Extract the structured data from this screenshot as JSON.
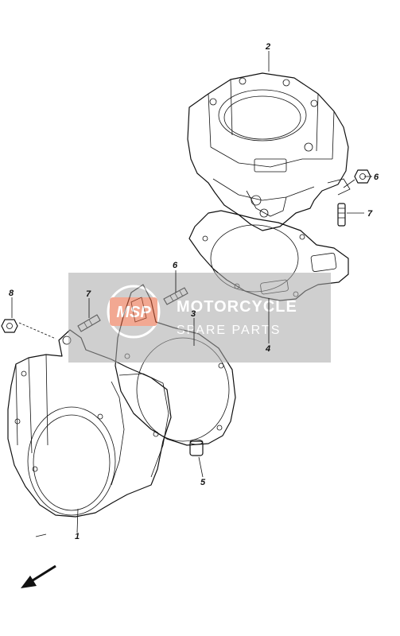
{
  "callouts": {
    "c1": "1",
    "c2": "2",
    "c3": "3",
    "c4": "4",
    "c5": "5",
    "c6_lower": "6",
    "c6_upper": "6",
    "c7_lower": "7",
    "c7_upper": "7",
    "c8": "8"
  },
  "watermark": {
    "logo": "MSP",
    "title": "MOTORCYCLE",
    "subtitle": "SPARE PARTS",
    "color": "#e8623a"
  },
  "icons": {
    "direction": "front-arrow-icon"
  }
}
